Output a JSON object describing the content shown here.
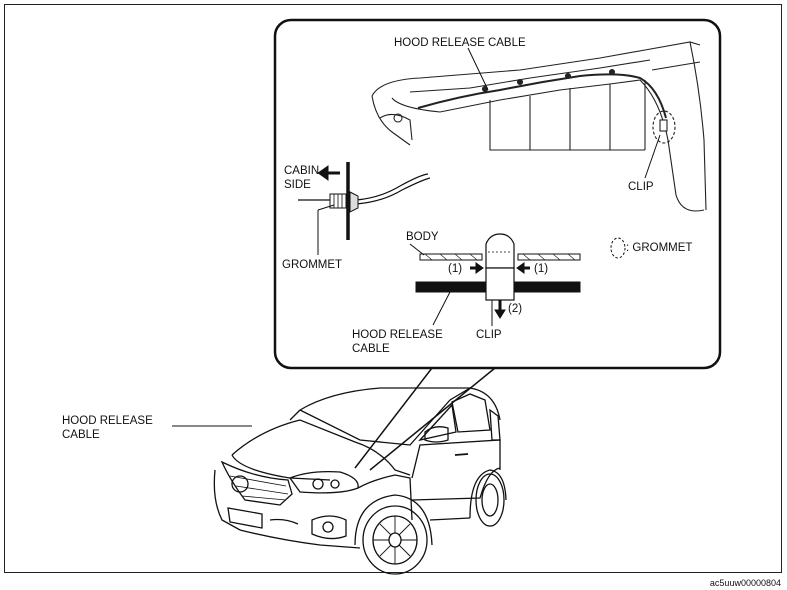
{
  "labels": {
    "hood_release_cable_top": "HOOD RELEASE CABLE",
    "clip_right": "CLIP",
    "cabin_side_line1": "CABIN",
    "cabin_side_line2": "SIDE",
    "grommet": "GROMMET",
    "body": "BODY",
    "grommet_legend": ": GROMMET",
    "step1_left": "(1)",
    "step1_right": "(1)",
    "step2": "(2)",
    "hood_release_cable_detail_line1": "HOOD RELEASE",
    "hood_release_cable_detail_line2": "CABLE",
    "clip_detail": "CLIP",
    "hood_release_cable_car_line1": "HOOD RELEASE",
    "hood_release_cable_car_line2": "CABLE"
  },
  "figure_code": "ac5uuw00000804"
}
